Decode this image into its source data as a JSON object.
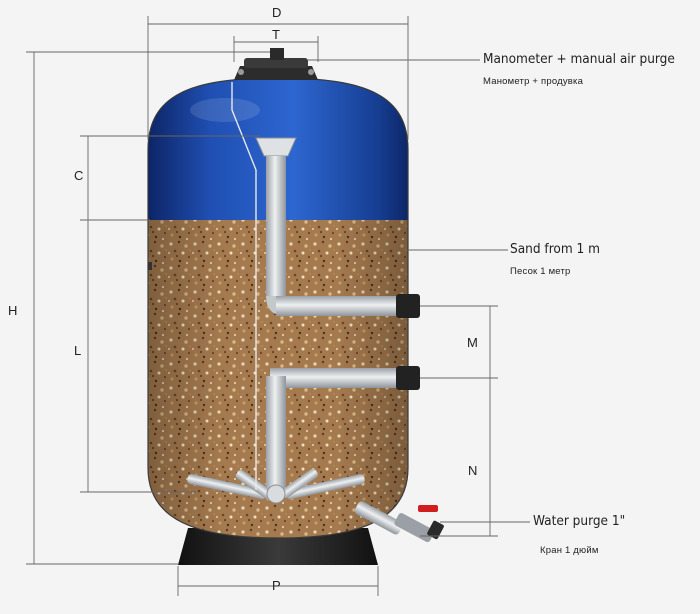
{
  "dimensions": {
    "D": "D",
    "T": "T",
    "C": "C",
    "H": "H",
    "L": "L",
    "M": "M",
    "N": "N",
    "P": "P"
  },
  "callouts": {
    "manometer_en": "Manometer + manual air purge",
    "manometer_ru": "Манометр + продувка",
    "sand_en": "Sand from 1 m",
    "sand_ru": "Песок 1 метр",
    "purge_en": "Water purge 1\"",
    "purge_ru": "Кран 1 дюйм"
  },
  "colors": {
    "tank_top": "#1f52b8",
    "sand": "#a1784e",
    "pipe": "#cfd2d4",
    "valve_handle": "#d21d1d"
  }
}
